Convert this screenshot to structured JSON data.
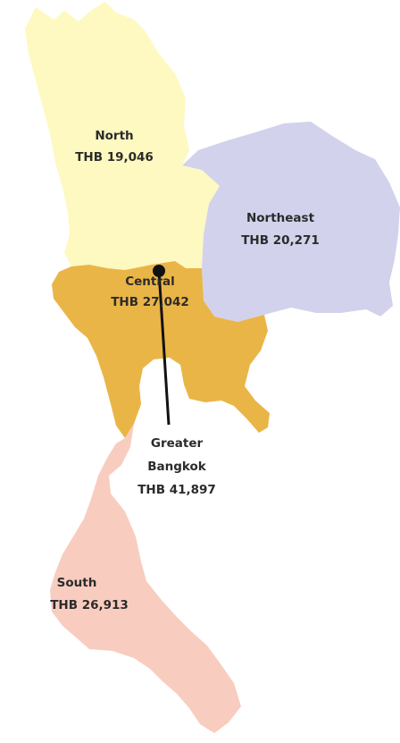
{
  "colors": {
    "north": "#fdf9c0",
    "northeast": "#d2d2ec",
    "central": "#eab547",
    "south": "#f8cdbf",
    "marker": "#111111"
  },
  "regions": {
    "north": {
      "name": "North",
      "value": "THB 19,046"
    },
    "northeast": {
      "name": "Northeast",
      "value": "THB 20,271"
    },
    "central": {
      "name": "Central",
      "value": "THB 27,042"
    },
    "bangkok": {
      "name_line1": "Greater",
      "name_line2": "Bangkok",
      "value": "THB 41,897"
    },
    "south": {
      "name": "South",
      "value": "THB 26,913"
    }
  }
}
